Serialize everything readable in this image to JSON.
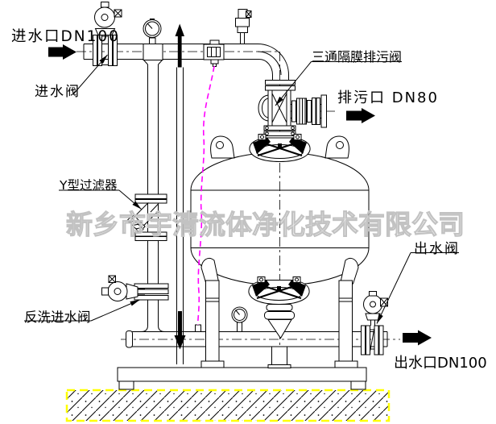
{
  "diagram": {
    "labels": {
      "inlet_port": "进水口DN100",
      "inlet_valve": "进水阀",
      "three_way_drain_valve": "三通隔膜排污阀",
      "drain_port": "排污口 DN80",
      "y_strainer": "Y型过滤器",
      "backwash_inlet_valve": "反洗进水阀",
      "outlet_valve": "出水阀",
      "outlet_port": "出水口DN100"
    },
    "watermark": "新乡市宇清流体净化技术有限公司",
    "colors": {
      "line": "#000000",
      "impulse_line": "#ff00ff",
      "ground_border": "#ffff00",
      "watermark_outline": "#c8c8c8",
      "background": "#ffffff"
    }
  }
}
